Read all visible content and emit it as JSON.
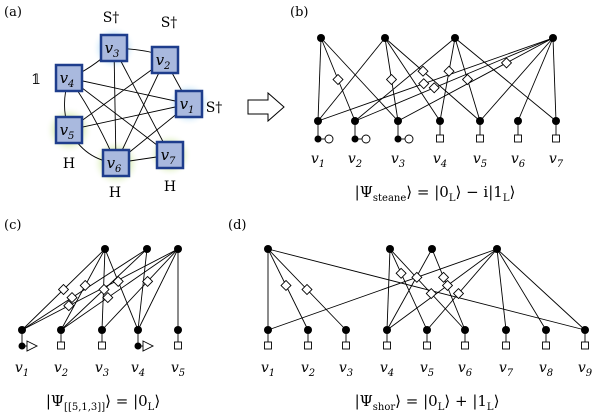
{
  "panels": {
    "a": {
      "label": "(a)",
      "nodes": [
        {
          "id": "v1",
          "sub": "1",
          "gate": "S†"
        },
        {
          "id": "v2",
          "sub": "2",
          "gate": "S†"
        },
        {
          "id": "v3",
          "sub": "3",
          "gate": "S†"
        },
        {
          "id": "v4",
          "sub": "4",
          "gate": "𝟙"
        },
        {
          "id": "v5",
          "sub": "5",
          "gate": "H"
        },
        {
          "id": "v6",
          "sub": "6",
          "gate": "H"
        },
        {
          "id": "v7",
          "sub": "7",
          "gate": "H"
        }
      ],
      "colors": {
        "node_fill": "#a9b9de",
        "node_border": "#1e3d8c",
        "glow_blue": "#8ec8f0",
        "glow_green": "#c3e08a"
      }
    },
    "b": {
      "label": "(b)",
      "vertex_labels": [
        "v1",
        "v2",
        "v3",
        "v4",
        "v5",
        "v6",
        "v7"
      ],
      "state": "|Ψsteane⟩ = |0L⟩ − i|1L⟩",
      "state_parts": {
        "psi_sub": "steane",
        "rhs": "= |0L⟩ − i|1L⟩"
      }
    },
    "c": {
      "label": "(c)",
      "vertex_labels": [
        "v1",
        "v2",
        "v3",
        "v4",
        "v5"
      ],
      "state": "|Ψ[[5,1,3]]⟩ = |0L⟩",
      "state_parts": {
        "psi_sub": "[[5,1,3]]",
        "rhs": "= |0L⟩"
      }
    },
    "d": {
      "label": "(d)",
      "vertex_labels": [
        "v1",
        "v2",
        "v3",
        "v4",
        "v5",
        "v6",
        "v7",
        "v8",
        "v9"
      ],
      "state": "|Ψshor⟩ = |0L⟩ + |1L⟩",
      "state_parts": {
        "psi_sub": "shor",
        "rhs": "= |0L⟩ + |1L⟩"
      }
    }
  }
}
